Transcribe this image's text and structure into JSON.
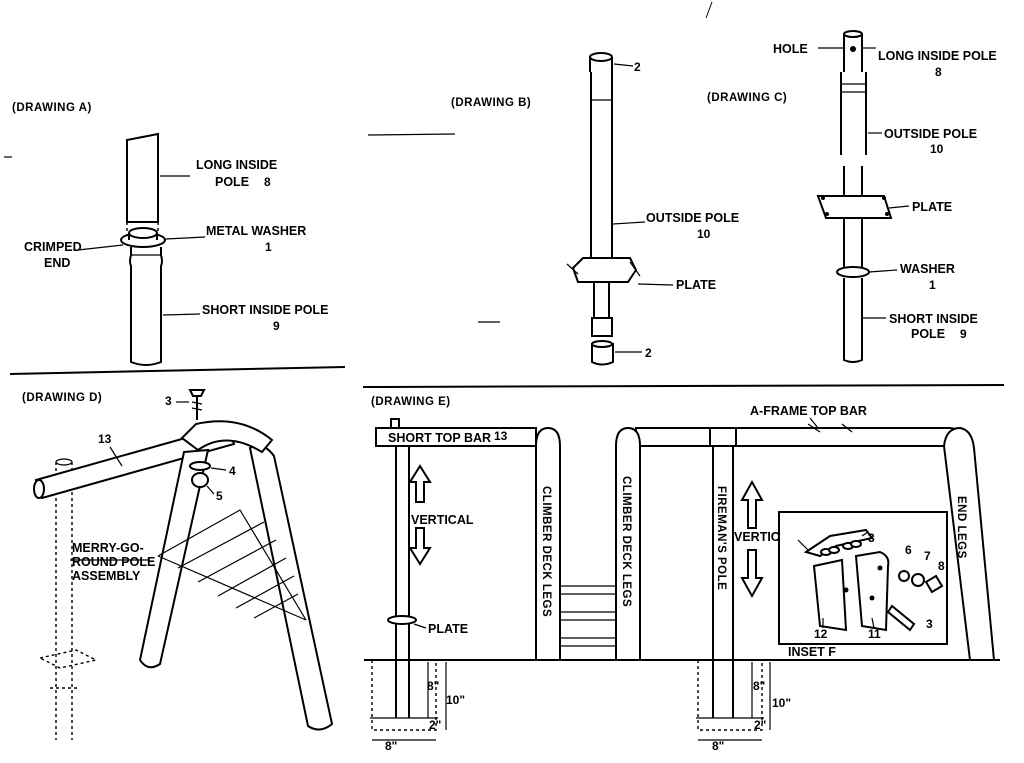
{
  "drawings": {
    "a": {
      "title": "(DRAWING A)",
      "long_inside_pole": "LONG INSIDE",
      "long_inside_pole_2": "POLE",
      "long_inside_num": "8",
      "metal_washer": "METAL WASHER",
      "metal_washer_num": "1",
      "crimped": "CRIMPED",
      "crimped_2": "END",
      "short_inside_pole": "SHORT INSIDE POLE",
      "short_inside_num": "9"
    },
    "b": {
      "title": "(DRAWING B)",
      "cap_top_num": "2",
      "outside_pole": "OUTSIDE POLE",
      "outside_pole_num": "10",
      "plate": "PLATE",
      "cap_bottom_num": "2"
    },
    "c": {
      "title": "(DRAWING C)",
      "hole": "HOLE",
      "long_inside_pole": "LONG INSIDE POLE",
      "long_inside_num": "8",
      "outside_pole": "OUTSIDE POLE",
      "outside_pole_num": "10",
      "plate": "PLATE",
      "washer": "WASHER",
      "washer_num": "1",
      "short_inside_pole": "SHORT INSIDE",
      "short_inside_pole_2": "POLE",
      "short_inside_num": "9"
    },
    "d": {
      "title": "(DRAWING D)",
      "bolt_num": "3",
      "bar_num": "13",
      "part4": "4",
      "part5": "5",
      "merry_go_round": "MERRY-GO-",
      "merry_go_round_2": "ROUND POLE",
      "merry_go_round_3": "ASSEMBLY"
    },
    "e": {
      "title": "(DRAWING E)",
      "a_frame_top_bar": "A-FRAME TOP BAR",
      "short_top_bar": "SHORT TOP BAR",
      "short_top_bar_num": "13",
      "vertical_left": "VERTICAL",
      "climber_deck_legs_1": "CLIMBER DECK LEGS",
      "climber_deck_legs_2": "CLIMBER DECK LEGS",
      "firemans_pole": "FIREMAN'S POLE",
      "vertical_right": "VERTICAL",
      "end_legs": "END LEGS",
      "plate": "PLATE",
      "dim_8": "8\"",
      "dim_10": "10\"",
      "dim_2": "2\"",
      "dim_8_width": "8\"",
      "dim_8_r": "8\"",
      "dim_10_r": "10\"",
      "dim_2_r": "2\"",
      "dim_8_width_r": "8\""
    },
    "f": {
      "title": "INSET F",
      "n3a": "3",
      "n6": "6",
      "n7": "7",
      "n8": "8",
      "n3b": "3",
      "n12": "12",
      "n11": "11"
    }
  }
}
